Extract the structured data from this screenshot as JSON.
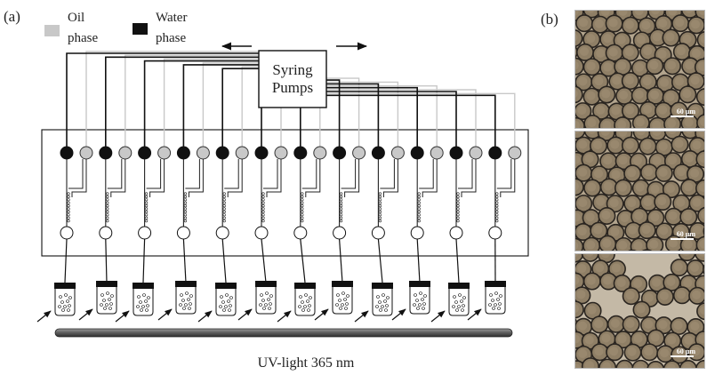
{
  "panel_a": {
    "tag": "(a)",
    "legend": {
      "oil_line1": "Oil",
      "oil_line2": "phase",
      "water_line1": "Water",
      "water_line2": "phase",
      "oil_color": "#c8c8c8",
      "water_color": "#111111"
    },
    "pump_line1": "Syring",
    "pump_line2": "Pumps",
    "uv_label": "UV-light 365 nm",
    "units_count": 12
  },
  "panel_b": {
    "tag": "(b)",
    "photos": [
      {
        "scale_label": "60 μm"
      },
      {
        "scale_label": "60 μm"
      },
      {
        "scale_label": "60 μm"
      }
    ]
  }
}
